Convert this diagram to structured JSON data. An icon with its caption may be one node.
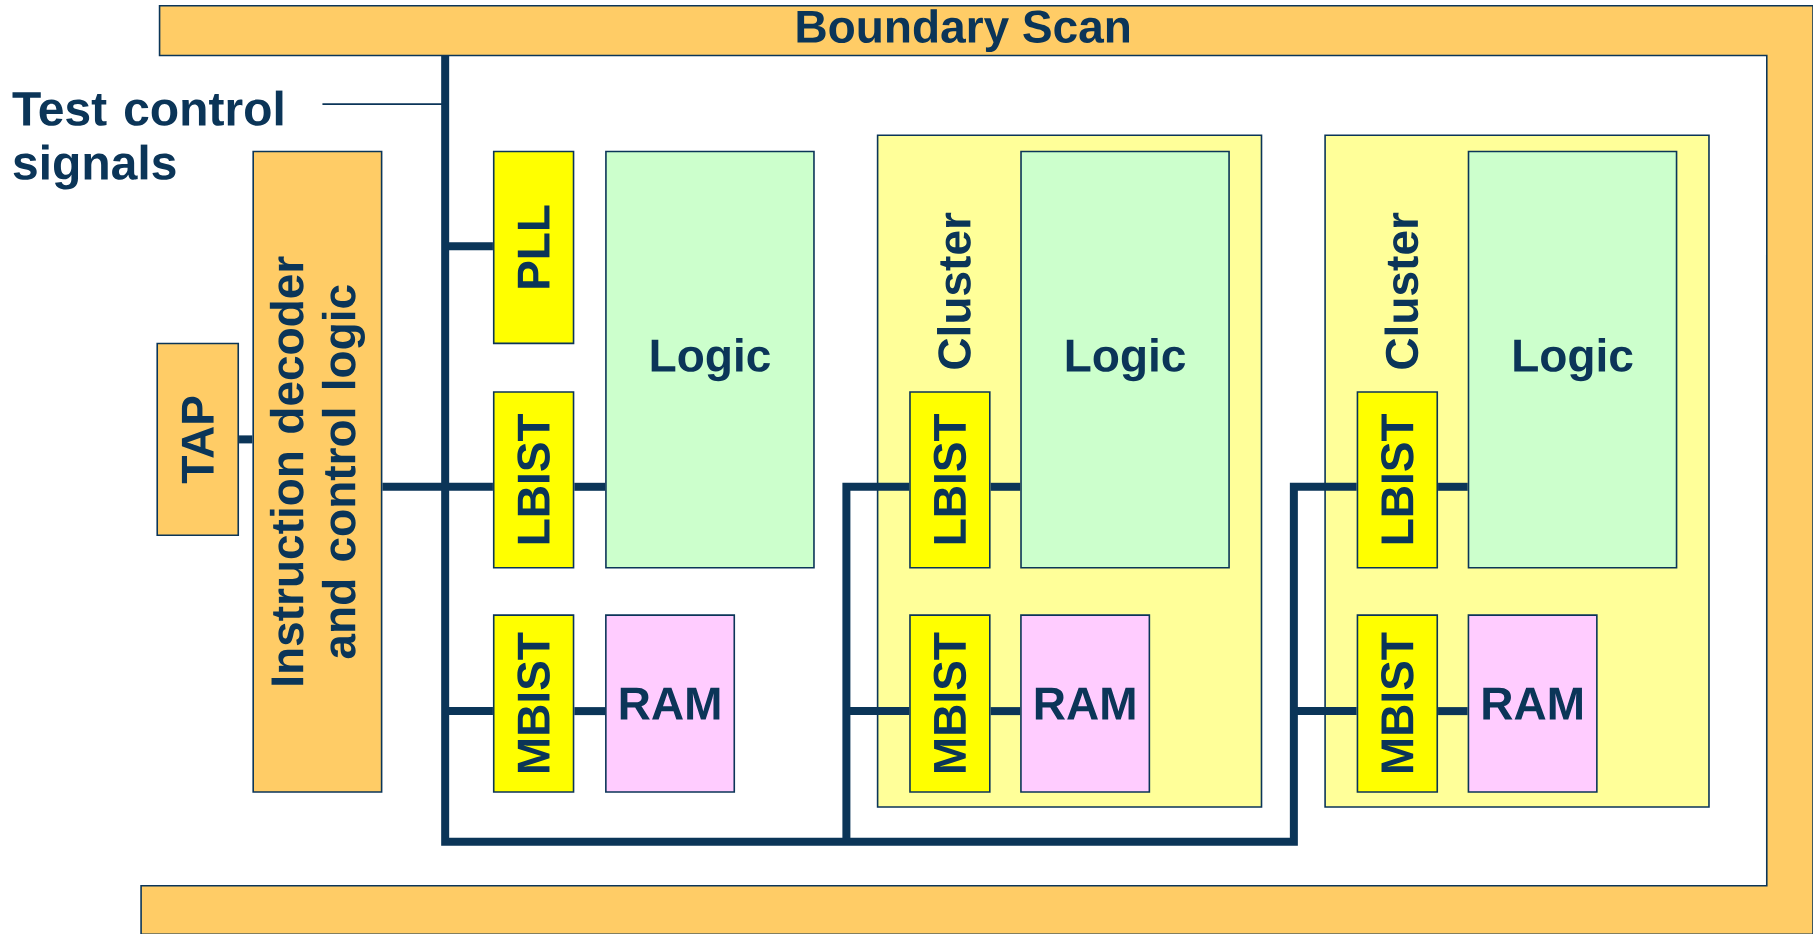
{
  "diagram": {
    "nodes": [
      {
        "text": [
          "Boundary Scan"
        ]
      },
      {
        "text": [
          "Test control signals"
        ]
      },
      {
        "text": [
          "TAP"
        ]
      },
      {
        "text": [
          "Instruction decoder and control logic"
        ]
      },
      {
        "text": [
          "PLL"
        ]
      },
      {
        "text": [
          "Logic"
        ]
      },
      {
        "text": [
          "LBIST"
        ]
      },
      {
        "text": [
          "MBIST"
        ]
      },
      {
        "text": [
          "RAM"
        ]
      },
      {
        "text": [
          "Cluster"
        ]
      },
      {
        "text": [
          "Logic"
        ],
        "in": 9
      },
      {
        "text": [
          "LBIST"
        ],
        "in": 9
      },
      {
        "text": [
          "MBIST"
        ],
        "in": 9
      },
      {
        "text": [
          "RAM"
        ],
        "in": 9
      },
      {
        "text": [
          "Cluster"
        ]
      },
      {
        "text": [
          "Logic"
        ],
        "in": 14
      },
      {
        "text": [
          "LBIST"
        ],
        "in": 14
      },
      {
        "text": [
          "MBIST"
        ],
        "in": 14
      },
      {
        "text": [
          "RAM"
        ],
        "in": 14
      }
    ],
    "edges": [
      {
        "from": 1,
        "to": null,
        "arrow": "none"
      },
      {
        "from": 2,
        "to": 3,
        "arrow": "none"
      },
      {
        "from": 3,
        "to": 0,
        "arrow": "none"
      },
      {
        "from": 3,
        "to": 4,
        "arrow": "none"
      },
      {
        "from": 3,
        "to": 6,
        "arrow": "none"
      },
      {
        "from": 3,
        "to": 7,
        "arrow": "none"
      },
      {
        "from": 3,
        "to": 11,
        "arrow": "none"
      },
      {
        "from": 3,
        "to": 12,
        "arrow": "none"
      },
      {
        "from": 3,
        "to": 16,
        "arrow": "none"
      },
      {
        "from": 3,
        "to": 17,
        "arrow": "none"
      },
      {
        "from": 6,
        "to": 5,
        "arrow": "none"
      },
      {
        "from": 7,
        "to": 8,
        "arrow": "none"
      },
      {
        "from": 11,
        "to": 10,
        "arrow": "none"
      },
      {
        "from": 12,
        "to": 13,
        "arrow": "none"
      },
      {
        "from": 16,
        "to": 15,
        "arrow": "none"
      },
      {
        "from": 17,
        "to": 18,
        "arrow": "none"
      }
    ]
  }
}
